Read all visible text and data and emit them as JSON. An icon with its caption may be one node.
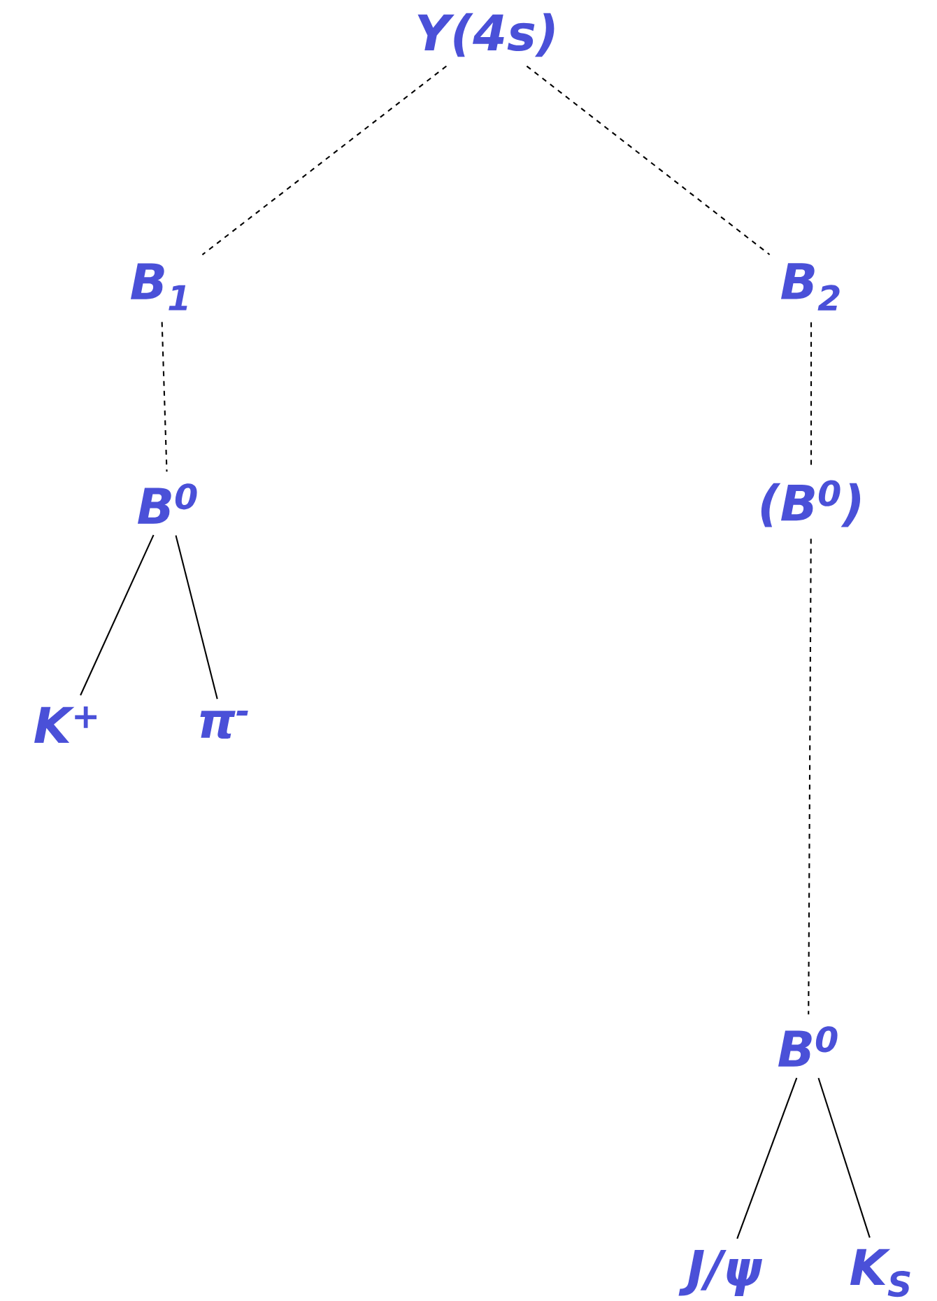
{
  "diagram": {
    "nodes": [
      {
        "text": [
          "Y(4s)"
        ]
      },
      {
        "text": [
          "B$_{1}$"
        ]
      },
      {
        "text": [
          "B$_{2}$"
        ]
      },
      {
        "text": [
          "B$^{0}$"
        ]
      },
      {
        "text": [
          "(B$^{0}$)"
        ]
      },
      {
        "text": [
          "K$^{+}$"
        ]
      },
      {
        "text": [
          "π$^{-}$"
        ]
      },
      {
        "text": [
          "B$^{0}$"
        ]
      },
      {
        "text": [
          "J/ψ"
        ]
      },
      {
        "text": [
          "K$_{S}$"
        ]
      }
    ],
    "edges": [
      {
        "from": 0,
        "to": 1,
        "arrow": "none",
        "style": "dashed"
      },
      {
        "from": 0,
        "to": 2,
        "arrow": "none",
        "style": "dashed"
      },
      {
        "from": 1,
        "to": 3,
        "arrow": "none",
        "style": "dashed"
      },
      {
        "from": 2,
        "to": 4,
        "arrow": "none",
        "style": "dashed"
      },
      {
        "from": 3,
        "to": 5,
        "arrow": "none"
      },
      {
        "from": 3,
        "to": 6,
        "arrow": "none"
      },
      {
        "from": 4,
        "to": 7,
        "arrow": "none",
        "style": "dashed"
      },
      {
        "from": 7,
        "to": 8,
        "arrow": "none"
      },
      {
        "from": 7,
        "to": 9,
        "arrow": "none"
      }
    ]
  }
}
